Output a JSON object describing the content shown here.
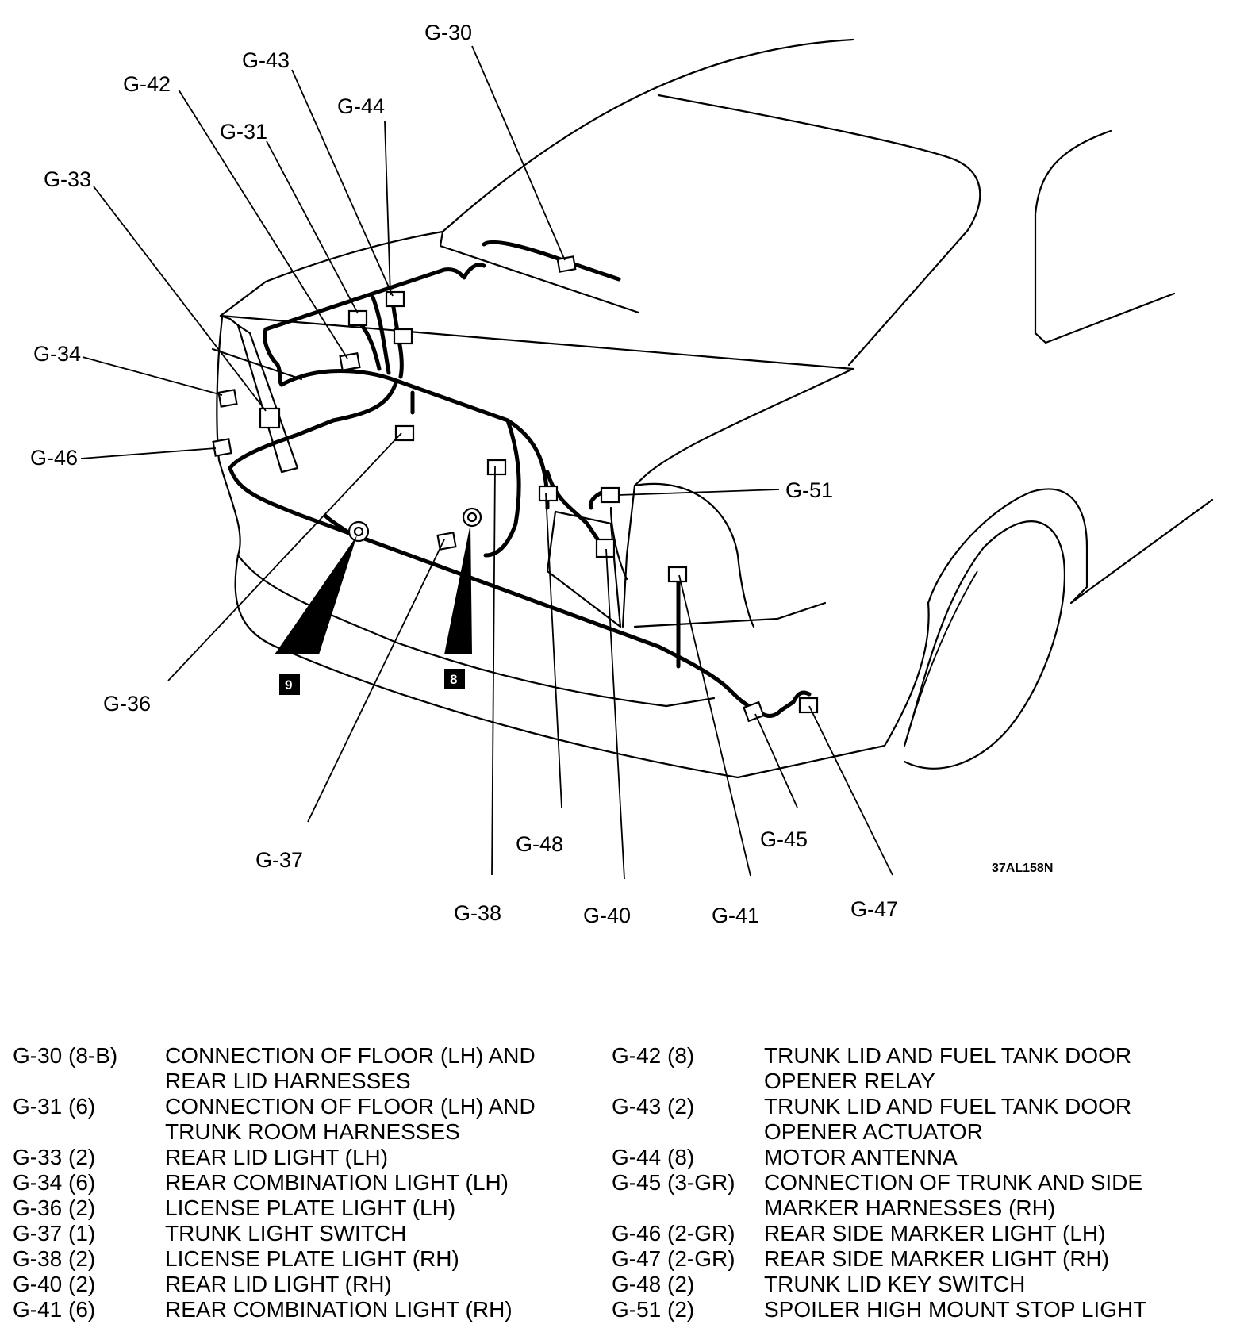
{
  "diagram": {
    "callouts": [
      "G-30",
      "G-43",
      "G-42",
      "G-44",
      "G-31",
      "G-33",
      "G-34",
      "G-46",
      "G-51",
      "G-36",
      "G-37",
      "G-48",
      "G-45",
      "G-38",
      "G-40",
      "G-41",
      "G-47"
    ],
    "badges": [
      "9",
      "8"
    ],
    "drawing_code": "37AL158N"
  },
  "legend": {
    "left": [
      {
        "code": "G-30 (8-B)",
        "desc": "CONNECTION OF FLOOR (LH) AND\nREAR LID HARNESSES"
      },
      {
        "code": "G-31 (6)",
        "desc": "CONNECTION OF FLOOR (LH) AND\nTRUNK ROOM HARNESSES"
      },
      {
        "code": "G-33 (2)",
        "desc": "REAR LID LIGHT (LH)"
      },
      {
        "code": "G-34 (6)",
        "desc": "REAR COMBINATION LIGHT (LH)"
      },
      {
        "code": "G-36 (2)",
        "desc": "LICENSE PLATE LIGHT (LH)"
      },
      {
        "code": "G-37 (1)",
        "desc": "TRUNK LIGHT SWITCH"
      },
      {
        "code": "G-38 (2)",
        "desc": "LICENSE PLATE LIGHT (RH)"
      },
      {
        "code": "G-40 (2)",
        "desc": "REAR LID LIGHT (RH)"
      },
      {
        "code": "G-41 (6)",
        "desc": "REAR COMBINATION LIGHT (RH)"
      }
    ],
    "right": [
      {
        "code": "G-42 (8)",
        "desc": "TRUNK LID AND FUEL TANK DOOR\nOPENER RELAY"
      },
      {
        "code": "G-43 (2)",
        "desc": "TRUNK LID AND FUEL TANK DOOR\nOPENER ACTUATOR"
      },
      {
        "code": "G-44 (8)",
        "desc": "MOTOR ANTENNA"
      },
      {
        "code": "G-45 (3-GR)",
        "desc": "CONNECTION OF TRUNK AND SIDE\nMARKER HARNESSES (RH)"
      },
      {
        "code": "G-46 (2-GR)",
        "desc": "REAR SIDE MARKER LIGHT (LH)"
      },
      {
        "code": "G-47 (2-GR)",
        "desc": "REAR SIDE MARKER LIGHT (RH)"
      },
      {
        "code": "G-48 (2)",
        "desc": "TRUNK LID KEY SWITCH"
      },
      {
        "code": "G-51 (2)",
        "desc": "SPOILER HIGH MOUNT STOP LIGHT"
      }
    ]
  }
}
